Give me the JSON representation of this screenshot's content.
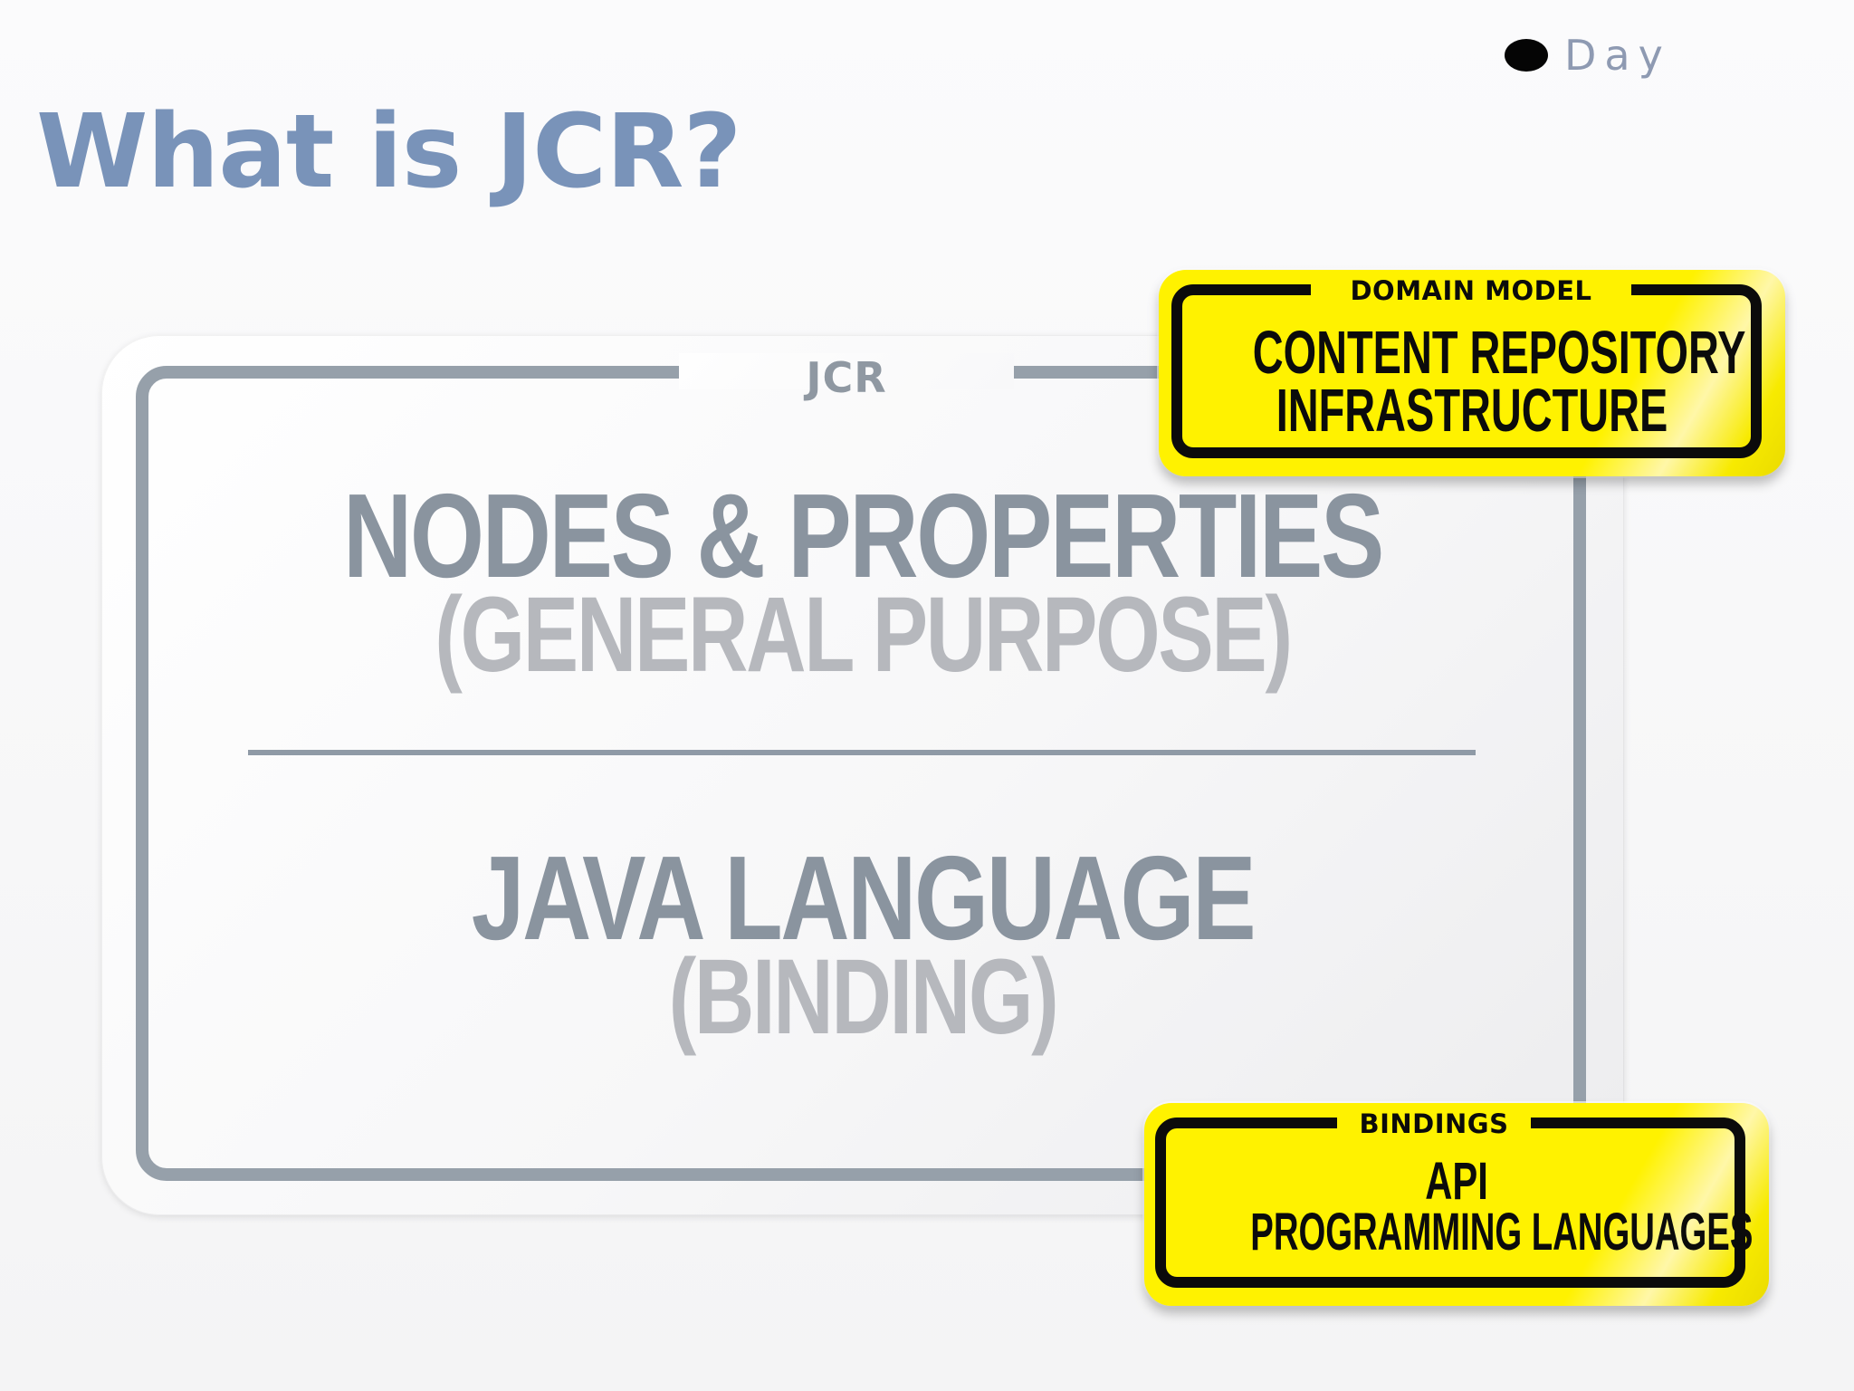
{
  "header": {
    "day_label": "Day",
    "title": "What is JCR?"
  },
  "jcr_panel": {
    "label": "JCR",
    "layers": [
      {
        "main": "NODES & PROPERTIES",
        "qualifier": "(GENERAL PURPOSE)"
      },
      {
        "main": "JAVA LANGUAGE",
        "qualifier": "(BINDING)"
      }
    ]
  },
  "stickers": {
    "domain_model": {
      "tag": "DOMAIN MODEL",
      "lines": [
        "CONTENT REPOSITORY",
        "INFRASTRUCTURE"
      ]
    },
    "bindings": {
      "tag": "BINDINGS",
      "lines": [
        "API",
        "PROGRAMMING LANGUAGES"
      ]
    }
  },
  "colors": {
    "title": "#7993b9",
    "panel_frame": "#96a0aa",
    "main_text": "#8a949f",
    "qualifier_text": "#b6b8bd",
    "sticker_yellow": "#fff200",
    "sticker_black": "#0b0b0b"
  },
  "icons": {
    "day_dot": "filled-black-dot-icon"
  }
}
